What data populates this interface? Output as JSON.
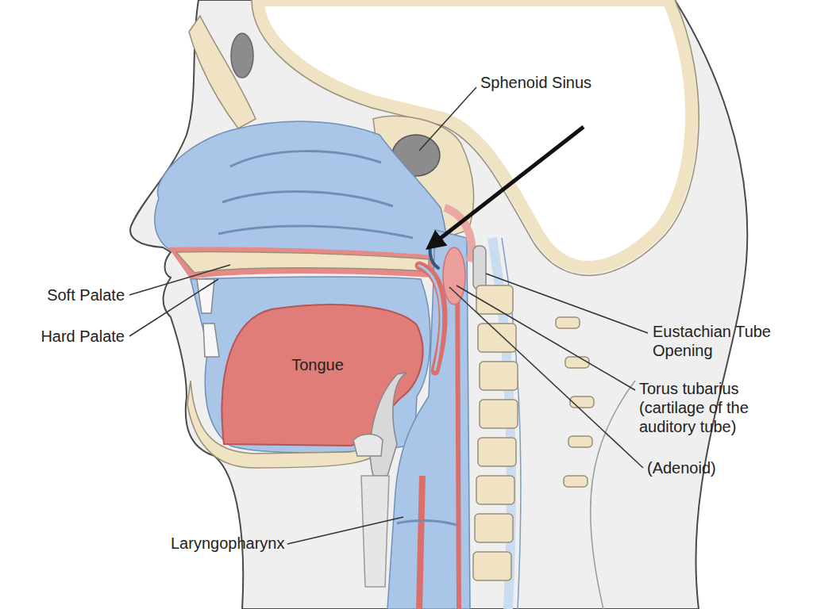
{
  "diagram": {
    "labels": [
      "Sphenoid Sinus",
      "Soft Palate",
      "Hard Palate",
      "Tongue",
      "Laryngopharynx",
      "Eustachian Tube Opening",
      "Torus tubarius (cartilage of the auditory tube)",
      "(Adenoid)"
    ]
  }
}
